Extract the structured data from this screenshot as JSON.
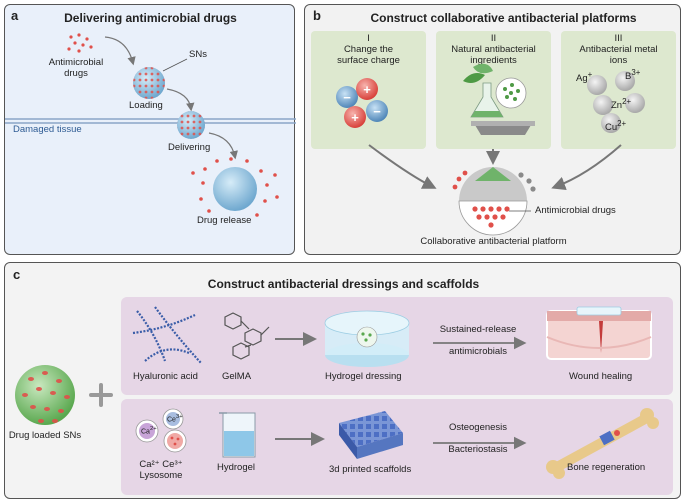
{
  "panel_a": {
    "letter": "a",
    "title": "Delivering antimicrobial drugs",
    "labels": {
      "antimicrobial": "Antimicrobial",
      "drugs": "drugs",
      "sns": "SNs",
      "loading": "Loading",
      "damaged_tissue": "Damaged tissue",
      "delivering": "Delivering",
      "drug_release": "Drug release"
    }
  },
  "panel_b": {
    "letter": "b",
    "title": "Construct collaborative antibacterial platforms",
    "columns": [
      {
        "numeral": "I",
        "line1": "Change the",
        "line2": "surface charge"
      },
      {
        "numeral": "II",
        "line1": "Natural antibacterial",
        "line2": "ingredients"
      },
      {
        "numeral": "III",
        "line1": "Antibacterial metal",
        "line2": "ions"
      }
    ],
    "ions": {
      "ag": "Ag",
      "ag_sup": "+",
      "b": "B",
      "b_sup": "3+",
      "zn": "Zn",
      "zn_sup": "2+",
      "cu": "Cu",
      "cu_sup": "2+"
    },
    "drugs_label": "Antimicrobial drugs",
    "platform_label": "Collaborative antibacterial platform"
  },
  "panel_c": {
    "letter": "c",
    "title": "Construct antibacterial dressings and scaffolds",
    "sns_label": "Drug loaded SNs",
    "row1": {
      "hyaluronic": "Hyaluronic acid",
      "gelma": "GelMA",
      "hydrogel_dressing": "Hydrogel dressing",
      "arrow_top": "Sustained-release",
      "arrow_bottom": "antimicrobials",
      "result": "Wound healing"
    },
    "row2": {
      "ca": "Ca",
      "ca_sup": "2+",
      "ce": "Ce",
      "ce_sup": "3+",
      "ions_line": "Ca²⁺ Ce³⁺",
      "lysosome": "Lysosome",
      "hydrogel": "Hydrogel",
      "scaffolds": "3d printed scaffolds",
      "arrow_top": "Osteogenesis",
      "arrow_bottom": "Bacteriostasis",
      "result": "Bone regeneration"
    }
  },
  "colors": {
    "sphere_blue": "#7fb6d9",
    "drug_red": "#e0504a",
    "green_box": "#dde8cf",
    "purple_box": "#e6d6e6",
    "sn_green": "#8cc77f"
  }
}
